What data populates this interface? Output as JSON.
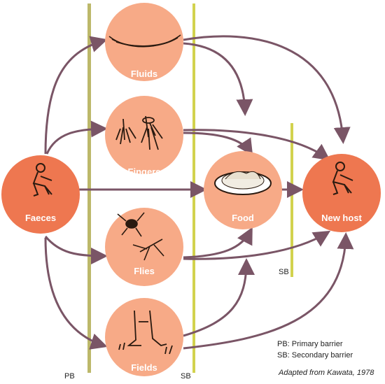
{
  "colors": {
    "node_light": "#f7aa87",
    "node_dark": "#ee7750",
    "arrow": "#7a5566",
    "barrier": "#bcb86a",
    "barrier_bright": "#d2d24e",
    "ink": "#2a1a10"
  },
  "nodes": {
    "faeces": "Faeces",
    "fluids": "Fluids",
    "fingers": "Fingers",
    "flies": "Flies",
    "fields": "Fields",
    "food": "Food",
    "new_host": "New host"
  },
  "barriers": {
    "pb": "PB",
    "sb": "SB",
    "sb_right": "SB"
  },
  "legend": {
    "pb": "PB: Primary barrier",
    "sb": "SB: Secondary barrier"
  },
  "credit": "Adapted from Kawata, 1978",
  "icons": [
    "squatting-person-icon",
    "water-hollow-icon",
    "hands-icon",
    "flies-icon",
    "feet-icon",
    "food-plate-icon"
  ]
}
